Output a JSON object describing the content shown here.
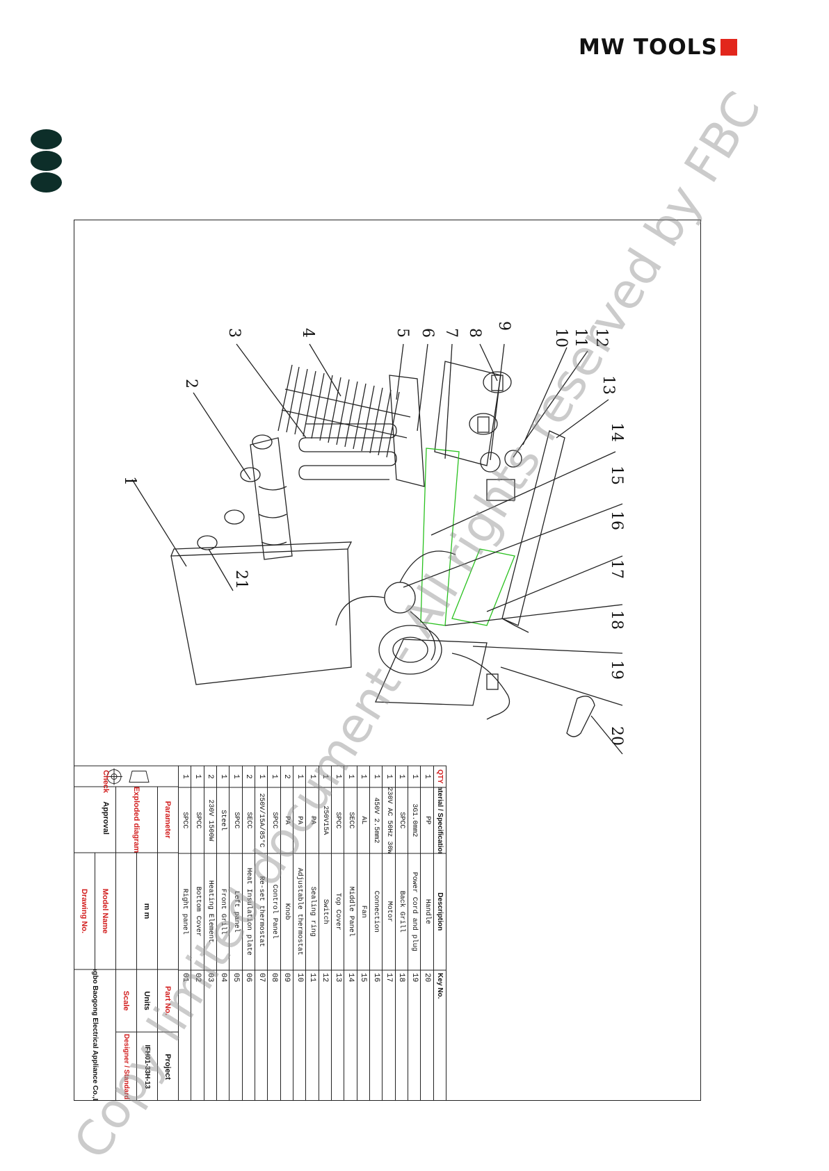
{
  "brand": {
    "name": "MW TOOLS",
    "accent": "#e2261c"
  },
  "watermark": "Copy limited document - All rights reserved by FBC",
  "callouts": [
    "1",
    "2",
    "3",
    "4",
    "5",
    "6",
    "7",
    "8",
    "9",
    "10",
    "11",
    "12",
    "13",
    "14",
    "15",
    "16",
    "17",
    "18",
    "19",
    "20",
    "21"
  ],
  "parts_header": {
    "qty": "QTY",
    "material": "Material / Specifications",
    "description": "Description",
    "key": "Key No."
  },
  "parts": [
    {
      "qty": "1",
      "material": "PP",
      "description": "Handle",
      "key": "20"
    },
    {
      "qty": "1",
      "material": "3G1.0mm2",
      "description": "Power Cord and plug",
      "key": "19"
    },
    {
      "qty": "1",
      "material": "SPCC",
      "description": "Back Grill",
      "key": "18"
    },
    {
      "qty": "1",
      "material": "230V AC 50Hz 30W",
      "description": "Motor",
      "key": "17"
    },
    {
      "qty": "1",
      "material": "450V 2.5mm2",
      "description": "Connection",
      "key": "16"
    },
    {
      "qty": "1",
      "material": "AL",
      "description": "Fan",
      "key": "15"
    },
    {
      "qty": "1",
      "material": "SECC",
      "description": "Middle Panel",
      "key": "14"
    },
    {
      "qty": "1",
      "material": "SPCC",
      "description": "Top Cover",
      "key": "13"
    },
    {
      "qty": "1",
      "material": "250V15A",
      "description": "Switch",
      "key": "12"
    },
    {
      "qty": "1",
      "material": "PA",
      "description": "Sealing ring",
      "key": "11"
    },
    {
      "qty": "1",
      "material": "PA",
      "description": "Adjustable thermostat",
      "key": "10"
    },
    {
      "qty": "2",
      "material": "PA",
      "description": "Knob",
      "key": "09"
    },
    {
      "qty": "1",
      "material": "SPCC",
      "description": "Control Panel",
      "key": "08"
    },
    {
      "qty": "1",
      "material": "250V/15A/85°C",
      "description": "Re-set thermostat",
      "key": "07"
    },
    {
      "qty": "2",
      "material": "SECC",
      "description": "Heat Insulation plate",
      "key": "06"
    },
    {
      "qty": "1",
      "material": "SPCC",
      "description": "Left panel",
      "key": "05"
    },
    {
      "qty": "1",
      "material": "Steel",
      "description": "Front Grill",
      "key": "04"
    },
    {
      "qty": "2",
      "material": "230V 1500W",
      "description": "Heating Element",
      "key": "03"
    },
    {
      "qty": "1",
      "material": "SPCC",
      "description": "Bottom Cover",
      "key": "02"
    },
    {
      "qty": "1",
      "material": "SPCC",
      "description": "Right panel",
      "key": "01"
    }
  ],
  "title_block": {
    "parameter": "Parameter",
    "part_no": "Part No.",
    "units_label": "Units",
    "units_value": "m m",
    "scale_label": "Scale",
    "model_name_label": "Model Name",
    "drawing_no_label": "Drawing No.",
    "drawing_title": "Exploded diagram",
    "project_label": "Project",
    "project_value": "IFH01-33H-13",
    "designer_label": "Designer",
    "standard_label": "Standard",
    "check_label": "Check",
    "approval_label": "Approval",
    "company": "Ningbo Baogong Electrical Appliance Co.,Ltd."
  }
}
